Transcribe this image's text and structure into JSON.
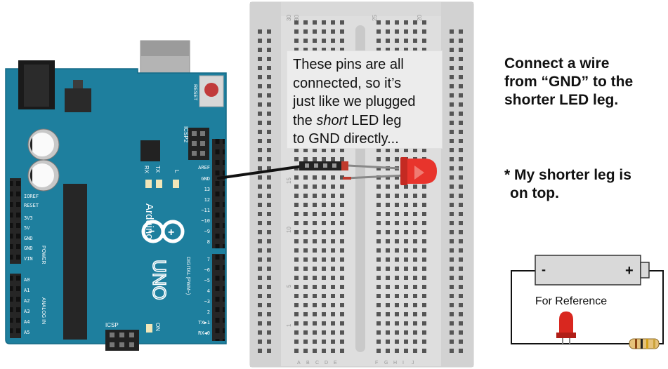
{
  "callout": {
    "line1": "These pins are all",
    "line2": "connected, so it’s",
    "line3": "just like we plugged",
    "line4_pre": "the ",
    "line4_em": "short",
    "line4_post": " LED leg",
    "line5": "to GND directly..."
  },
  "instruction": {
    "line1": "Connect a wire",
    "line2": "from “GND” to the",
    "line3": "shorter LED leg."
  },
  "note": {
    "line1": "* My shorter leg is",
    "line2": "on top."
  },
  "reference": {
    "label": "For Reference",
    "minus": "-",
    "plus": "+"
  },
  "arduino": {
    "logo_text": "Arduino",
    "uno_text": "UNO",
    "reset_label": "RESET",
    "icsp2_label": "ICSP2",
    "icsp_label": "ICSP",
    "on_label": "ON",
    "l_label": "L",
    "tx_label": "TX",
    "rx_label": "RX",
    "power_label": "POWER",
    "analog_label": "ANALOG IN",
    "digital_label": "DIGITAL (PWM~)",
    "power_pins": [
      "IOREF",
      "RESET",
      "3V3",
      "5V",
      "GND",
      "GND",
      "VIN"
    ],
    "analog_pins": [
      "A0",
      "A1",
      "A2",
      "A3",
      "A4",
      "A5"
    ],
    "digital_top_pins": [
      "AREF",
      "GND",
      "13",
      "12",
      "~11",
      "~10",
      "~9",
      "8"
    ],
    "digital_bottom_pins": [
      "7",
      "~6",
      "~5",
      "4",
      "~3",
      "2",
      "TX▶1",
      "RX◀0"
    ]
  },
  "breadboard": {
    "top_numbers": [
      "30",
      "25",
      "20"
    ],
    "side_numbers": [
      "15",
      "10",
      "5",
      "1"
    ],
    "bottom_letters": [
      "A",
      "B",
      "C",
      "D",
      "E",
      "F",
      "G",
      "H",
      "I",
      "J"
    ]
  },
  "colors": {
    "board": "#1e7f9e",
    "breadboard": "#dcdcdc",
    "led": "#e8342c",
    "wire": "#111111"
  }
}
